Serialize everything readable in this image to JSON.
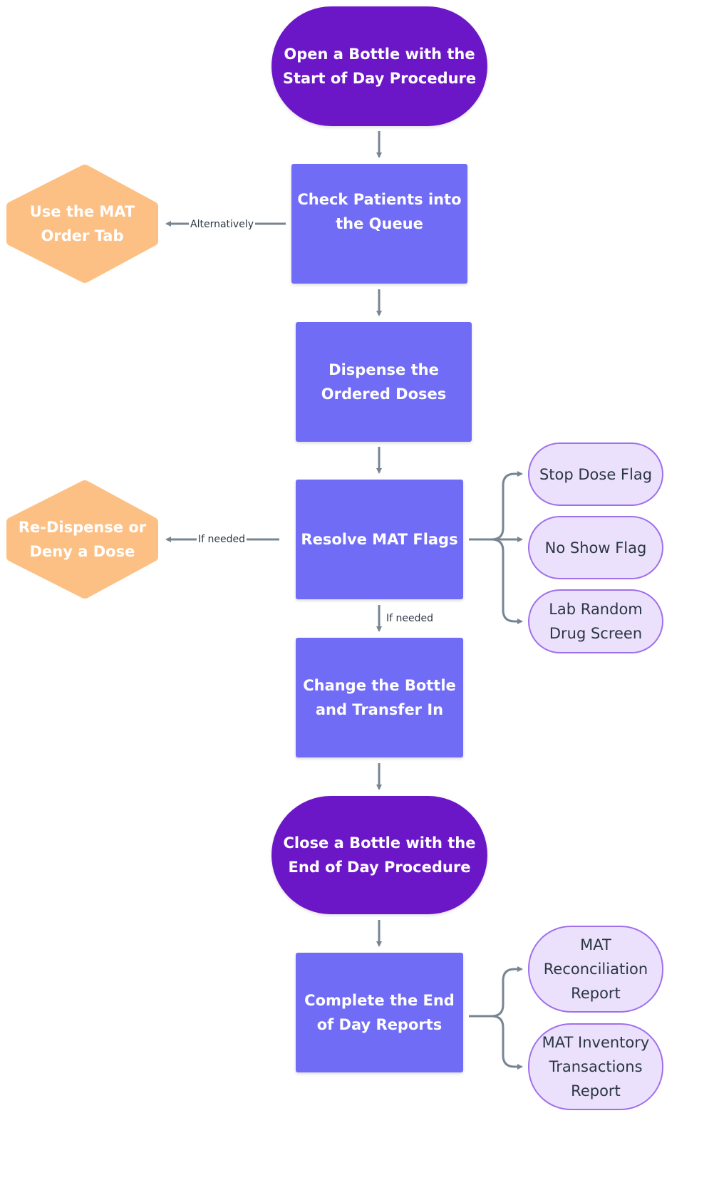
{
  "diagram": {
    "colors": {
      "terminal": "#6B17C7",
      "process": "#706CF6",
      "alternative": "#FDC084",
      "sub_item_fill": "#ECE1FD",
      "sub_item_border": "#A070EB",
      "connector": "#778592",
      "label_text": "#2B3643"
    },
    "nodes": {
      "start": {
        "type": "terminal",
        "label": "Open a Bottle with the\nStart of Day Procedure"
      },
      "check_in": {
        "type": "process",
        "label": "Check Patients into\nthe Queue"
      },
      "dispense": {
        "type": "process",
        "label": "Dispense the\nOrdered Doses"
      },
      "resolve_flags": {
        "type": "process",
        "label": "Resolve MAT Flags"
      },
      "change_bottle": {
        "type": "process",
        "label": "Change the Bottle\nand Transfer In"
      },
      "close": {
        "type": "terminal",
        "label": "Close a Bottle with the\nEnd of Day Procedure"
      },
      "eod_reports": {
        "type": "process",
        "label": "Complete the End\nof Day Reports"
      },
      "mat_order_tab": {
        "type": "alternative",
        "label": "Use the MAT\nOrder Tab"
      },
      "redispense": {
        "type": "alternative",
        "label": "Re-Dispense or\nDeny a Dose"
      },
      "stop_dose_flag": {
        "type": "sub_item",
        "label": "Stop Dose Flag"
      },
      "no_show_flag": {
        "type": "sub_item",
        "label": "No Show Flag"
      },
      "lab_random": {
        "type": "sub_item",
        "label": "Lab Random\nDrug Screen"
      },
      "mat_recon": {
        "type": "sub_item",
        "label": "MAT\nReconciliation\nReport"
      },
      "mat_inventory": {
        "type": "sub_item",
        "label": "MAT Inventory\nTransactions\nReport"
      }
    },
    "edges": [
      {
        "from": "start",
        "to": "check_in",
        "label": ""
      },
      {
        "from": "check_in",
        "to": "mat_order_tab",
        "label": "Alternatively"
      },
      {
        "from": "check_in",
        "to": "dispense",
        "label": ""
      },
      {
        "from": "dispense",
        "to": "resolve_flags",
        "label": ""
      },
      {
        "from": "resolve_flags",
        "to": "redispense",
        "label": "If needed"
      },
      {
        "from": "resolve_flags",
        "to": "stop_dose_flag",
        "label": ""
      },
      {
        "from": "resolve_flags",
        "to": "no_show_flag",
        "label": ""
      },
      {
        "from": "resolve_flags",
        "to": "lab_random",
        "label": ""
      },
      {
        "from": "resolve_flags",
        "to": "change_bottle",
        "label": "If needed"
      },
      {
        "from": "change_bottle",
        "to": "close",
        "label": ""
      },
      {
        "from": "close",
        "to": "eod_reports",
        "label": ""
      },
      {
        "from": "eod_reports",
        "to": "mat_recon",
        "label": ""
      },
      {
        "from": "eod_reports",
        "to": "mat_inventory",
        "label": ""
      }
    ]
  }
}
